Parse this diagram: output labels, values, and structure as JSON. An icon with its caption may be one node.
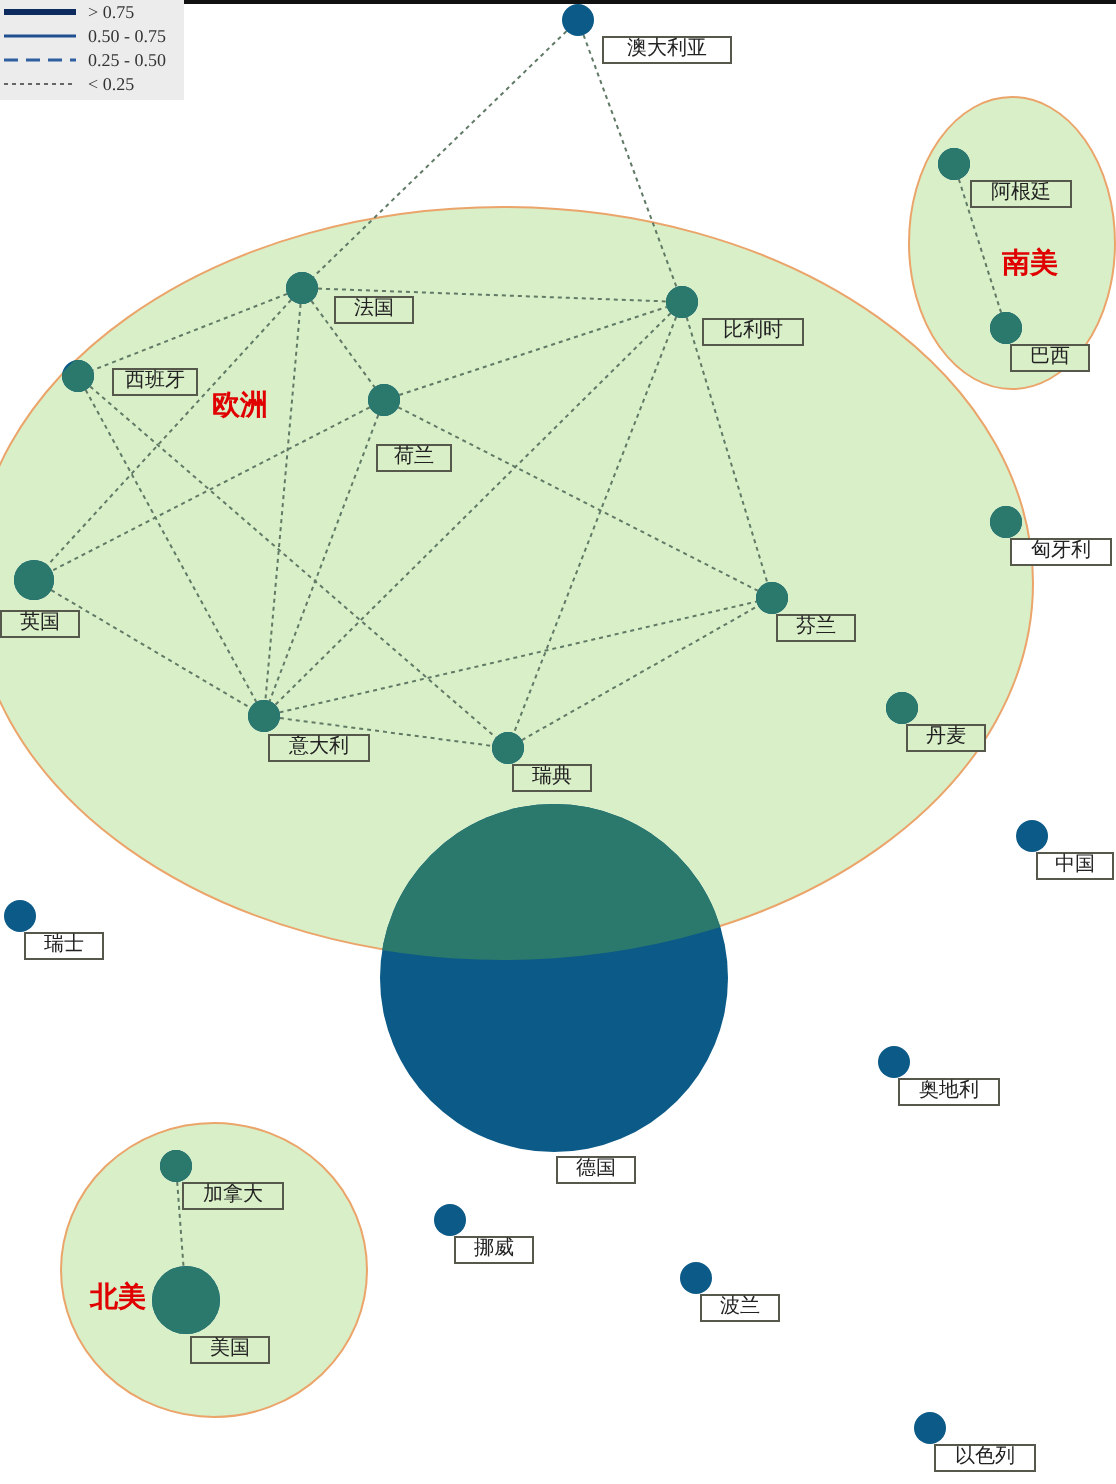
{
  "diagram": {
    "nodes": [
      {
        "text": [
          "欧洲"
        ]
      },
      {
        "text": [
          "南美"
        ]
      },
      {
        "text": [
          "北美"
        ]
      },
      {
        "text": [],
        "shape": "circle",
        "beside": [
          "澳大利亚"
        ]
      },
      {
        "text": [],
        "shape": "circle",
        "beside": [
          "阿根廷"
        ],
        "in": 1
      },
      {
        "text": [],
        "shape": "circle",
        "beside": [
          "法国"
        ],
        "in": 0
      },
      {
        "text": [],
        "shape": "circle",
        "beside": [
          "比利时"
        ],
        "in": 0
      },
      {
        "text": [],
        "shape": "circle",
        "beside": [
          "巴西"
        ],
        "in": 1
      },
      {
        "text": [],
        "shape": "circle",
        "beside": [
          "西班牙"
        ],
        "in": 0
      },
      {
        "text": [],
        "shape": "circle",
        "beside": [
          "荷兰"
        ],
        "in": 0
      },
      {
        "text": [],
        "shape": "circle",
        "beside": [
          "匈牙利"
        ],
        "in": 0
      },
      {
        "text": [],
        "shape": "circle",
        "beside": [
          "英国"
        ],
        "in": 0
      },
      {
        "text": [],
        "shape": "circle",
        "beside": [
          "芬兰"
        ],
        "in": 0
      },
      {
        "text": [],
        "shape": "circle",
        "beside": [
          "丹麦"
        ],
        "in": 0
      },
      {
        "text": [],
        "shape": "circle",
        "beside": [
          "意大利"
        ],
        "in": 0
      },
      {
        "text": [],
        "shape": "circle",
        "beside": [
          "瑞典"
        ],
        "in": 0
      },
      {
        "text": [],
        "shape": "circle",
        "beside": [
          "中国"
        ]
      },
      {
        "text": [],
        "shape": "circle",
        "beside": [
          "瑞士"
        ]
      },
      {
        "text": [],
        "shape": "circle",
        "beside": [
          "德国"
        ]
      },
      {
        "text": [],
        "shape": "circle",
        "beside": [
          "奥地利"
        ]
      },
      {
        "text": [],
        "shape": "circle",
        "beside": [
          "加拿大"
        ],
        "in": 2
      },
      {
        "text": [],
        "shape": "circle",
        "beside": [
          "挪威"
        ]
      },
      {
        "text": [],
        "shape": "circle",
        "beside": [
          "波兰"
        ]
      },
      {
        "text": [],
        "shape": "circle",
        "beside": [
          "美国"
        ],
        "in": 2
      },
      {
        "text": [],
        "shape": "circle",
        "beside": [
          "以色列"
        ]
      }
    ],
    "edges": [
      {
        "from": 3,
        "to": 5,
        "arrow": "none"
      },
      {
        "from": 3,
        "to": 6,
        "arrow": "none"
      },
      {
        "from": 5,
        "to": 6,
        "arrow": "none"
      },
      {
        "from": 5,
        "to": 8,
        "arrow": "none"
      },
      {
        "from": 5,
        "to": 9,
        "arrow": "none"
      },
      {
        "from": 5,
        "to": 11,
        "arrow": "none"
      },
      {
        "from": 5,
        "to": 14,
        "arrow": "none"
      },
      {
        "from": 8,
        "to": 14,
        "arrow": "none"
      },
      {
        "from": 8,
        "to": 15,
        "arrow": "none"
      },
      {
        "from": 9,
        "to": 6,
        "arrow": "none"
      },
      {
        "from": 9,
        "to": 11,
        "arrow": "none"
      },
      {
        "from": 9,
        "to": 14,
        "arrow": "none"
      },
      {
        "from": 9,
        "to": 12,
        "arrow": "none"
      },
      {
        "from": 6,
        "to": 14,
        "arrow": "none"
      },
      {
        "from": 6,
        "to": 15,
        "arrow": "none"
      },
      {
        "from": 6,
        "to": 12,
        "arrow": "none"
      },
      {
        "from": 11,
        "to": 14,
        "arrow": "none"
      },
      {
        "from": 14,
        "to": 12,
        "arrow": "none"
      },
      {
        "from": 14,
        "to": 15,
        "arrow": "none"
      },
      {
        "from": 15,
        "to": 12,
        "arrow": "none"
      },
      {
        "from": 4,
        "to": 7,
        "arrow": "none"
      },
      {
        "from": 20,
        "to": 23,
        "arrow": "none"
      }
    ],
    "legend": [
      {
        "text": "> 0.75"
      },
      {
        "text": "0.50 - 0.75"
      },
      {
        "text": "0.25 - 0.50"
      },
      {
        "text": "< 0.25"
      }
    ]
  }
}
